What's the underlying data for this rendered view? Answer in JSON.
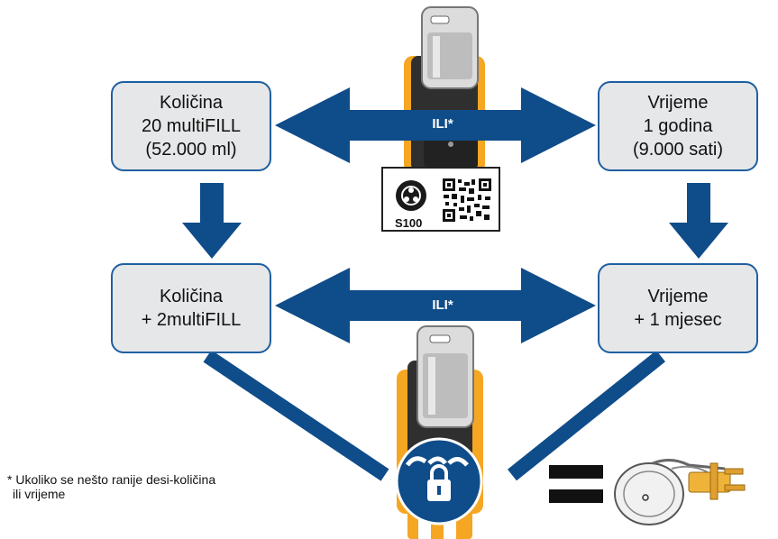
{
  "boxes": {
    "qty_top": {
      "line1": "Količina",
      "line2": "20 multiFILL",
      "line3": "(52.000 ml)"
    },
    "time_top": {
      "line1": "Vrijeme",
      "line2": "1 godina",
      "line3": "(9.000 sati)"
    },
    "qty_bottom": {
      "line1": "Količina",
      "line2": "+ 2multiFILL"
    },
    "time_bottom": {
      "line1": "Vrijeme",
      "line2": "+ 1 mjesec"
    }
  },
  "arrows": {
    "or_top": "ILI*",
    "or_bottom": "ILI*"
  },
  "label_card": {
    "code": "S100"
  },
  "footnote": {
    "line1": "* Ukoliko se nešto ranije desi-količina",
    "line2": "ili vrijeme"
  },
  "colors": {
    "arrow": "#0f4c8a",
    "box_border": "#1f5fa0",
    "box_fill": "#e6e7e8",
    "device_orange": "#f5a623",
    "device_dark": "#3a3a3a"
  },
  "icons": [
    "s100-logo-icon",
    "qr-code-icon",
    "chain-lock-icon",
    "equals-icon",
    "pump-part-icon"
  ]
}
